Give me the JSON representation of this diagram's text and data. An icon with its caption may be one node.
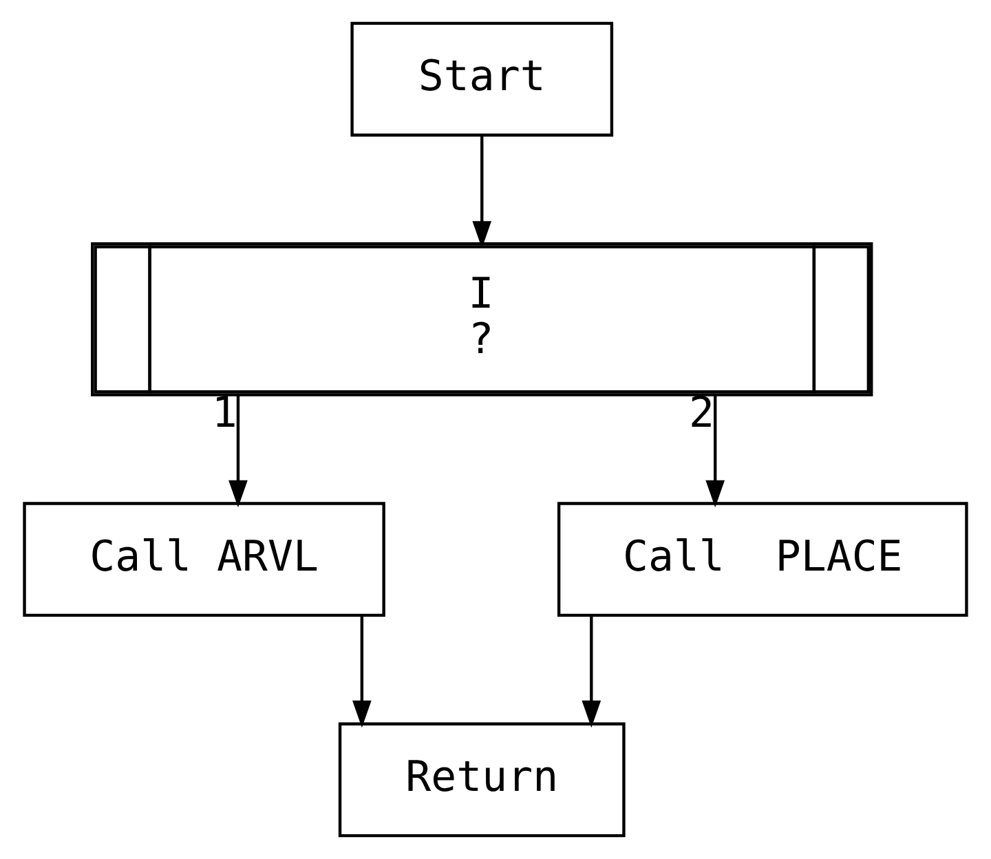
{
  "diagram": {
    "nodes": [
      {
        "text": [
          "Start"
        ]
      },
      {
        "text": [
          "I",
          "?"
        ]
      },
      {
        "text": [
          "Call ARVL"
        ]
      },
      {
        "text": [
          "Call  PLACE"
        ]
      },
      {
        "text": [
          "Return"
        ]
      }
    ],
    "edges": [
      {
        "from": 0,
        "to": 1,
        "arrow": "to"
      },
      {
        "from": 1,
        "to": 2,
        "arrow": "to",
        "label": "1"
      },
      {
        "from": 1,
        "to": 3,
        "arrow": "to",
        "label": "2"
      },
      {
        "from": 2,
        "to": 4,
        "arrow": "to"
      },
      {
        "from": 3,
        "to": 4,
        "arrow": "to"
      }
    ]
  }
}
